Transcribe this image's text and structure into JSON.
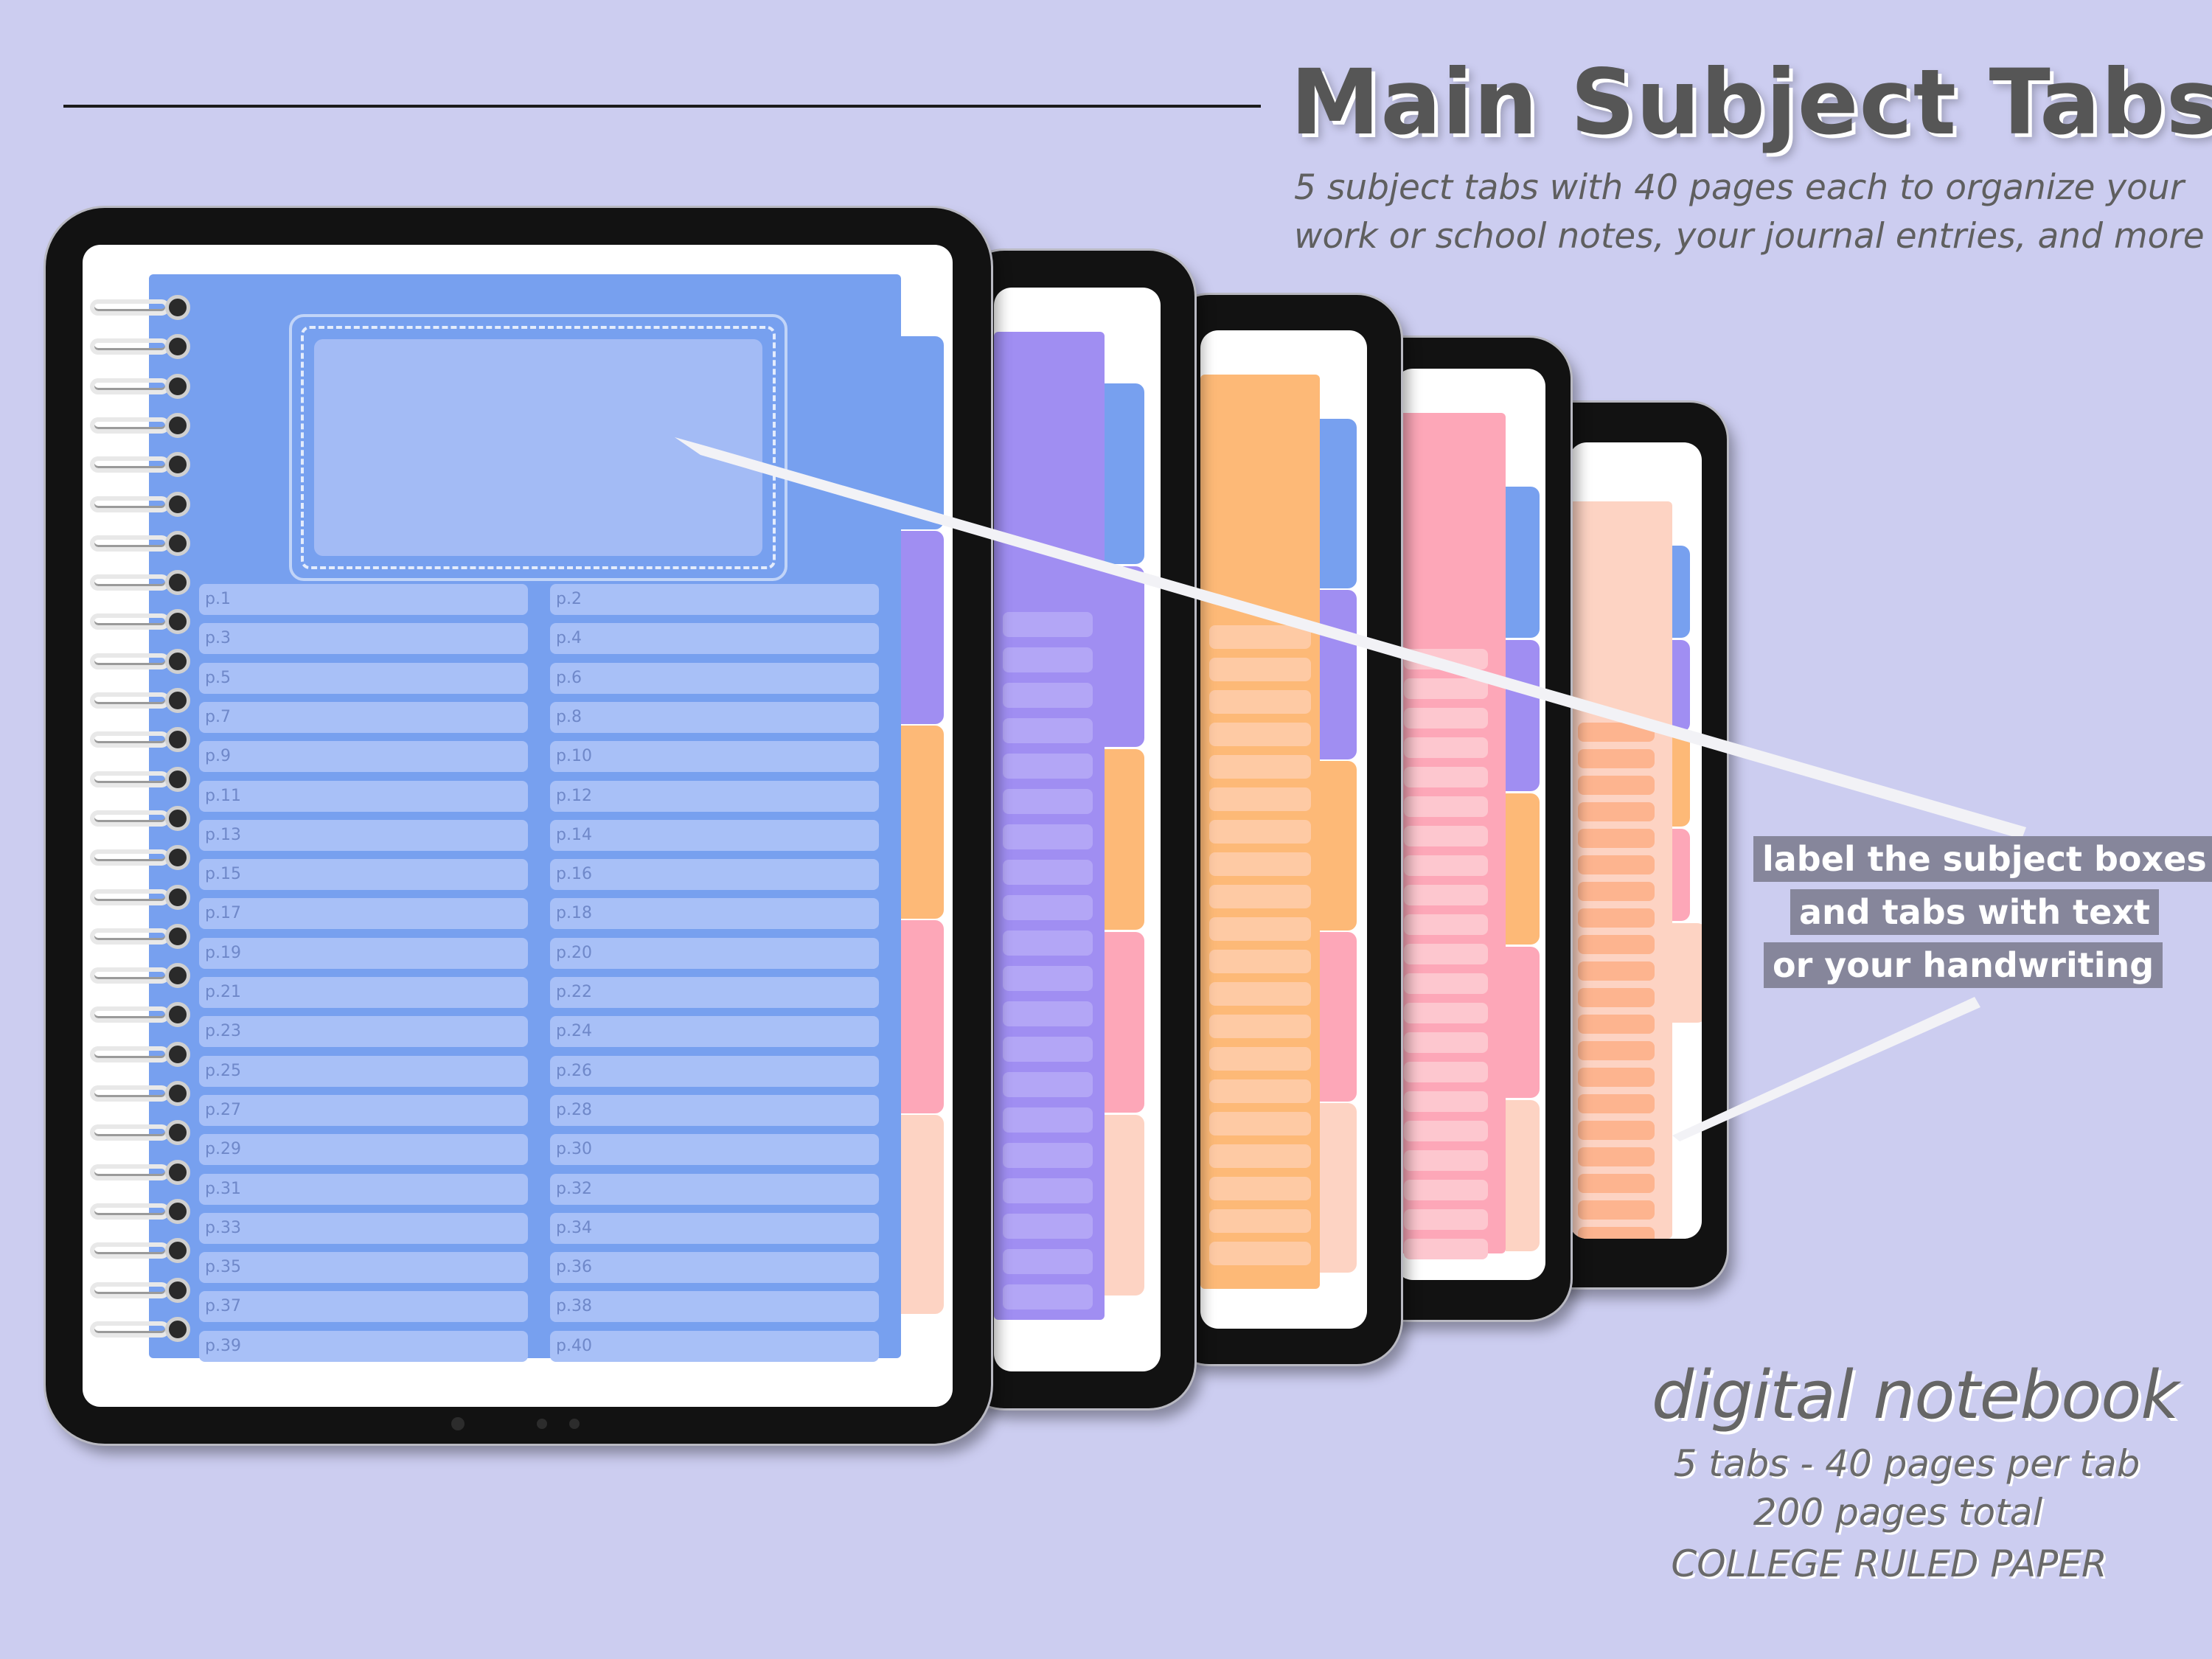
{
  "header": {
    "title": "Main Subject Tabs",
    "subtitle_line1": "5 subject tabs with 40 pages each to organize  your",
    "subtitle_line2": "work or school notes, your journal entries, and more"
  },
  "callout": {
    "line1": "label the subject boxes",
    "line2": "and tabs with text",
    "line3": "or your handwriting"
  },
  "footer": {
    "title": "digital notebook",
    "line1": "5 tabs  - 40 pages per tab",
    "line2": "200 pages total",
    "line3": "COLLEGE RULED PAPER"
  },
  "colors": {
    "background": "#cccdf0",
    "blue": "#77a0ef",
    "purple": "#a08ef2",
    "orange": "#fdb977",
    "pink": "#fda7b8",
    "peach": "#fdd3c3"
  },
  "notebook": {
    "page_labels": [
      "p.1",
      "p.2",
      "p.3",
      "p.4",
      "p.5",
      "p.6",
      "p.7",
      "p.8",
      "p.9",
      "p.10",
      "p.11",
      "p.12",
      "p.13",
      "p.14",
      "p.15",
      "p.16",
      "p.17",
      "p.18",
      "p.19",
      "p.20",
      "p.21",
      "p.22",
      "p.23",
      "p.24",
      "p.25",
      "p.26",
      "p.27",
      "p.28",
      "p.29",
      "p.30",
      "p.31",
      "p.32",
      "p.33",
      "p.34",
      "p.35",
      "p.36",
      "p.37",
      "p.38",
      "p.39",
      "p.40"
    ]
  }
}
